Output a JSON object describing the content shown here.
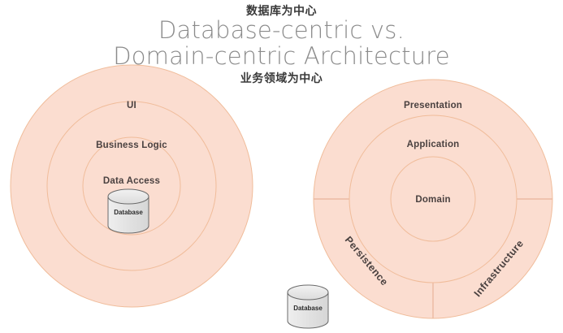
{
  "title": {
    "cn_top": "数据库为中心",
    "line1": "Database-centric vs.",
    "line2": "Domain-centric Architecture",
    "cn_bottom": "业务领域为中心"
  },
  "colors": {
    "ring_fill": "#FBDDD0",
    "ring_stroke": "#F0BC9A",
    "label_text": "#4a4140",
    "title_text": "#8b8b8b",
    "cylinder_fill": "#E4E4E4",
    "cylinder_stroke": "#6b6b6b",
    "background": "#ffffff"
  },
  "left_diagram": {
    "name": "database-centric",
    "layers": [
      {
        "label": "UI",
        "radius": 149
      },
      {
        "label": "Business Logic",
        "radius": 104
      },
      {
        "label": "Data Access",
        "radius": 60
      }
    ],
    "cylinder": {
      "label": "Database"
    }
  },
  "right_diagram": {
    "name": "domain-centric",
    "layers": [
      {
        "label": "Presentation",
        "radius": 147
      },
      {
        "label": "Application",
        "radius": 103
      },
      {
        "label": "Domain",
        "radius": 52
      }
    ],
    "sectors": [
      {
        "label": "Persistence"
      },
      {
        "label": "Infrastructure"
      }
    ],
    "cylinder": {
      "label": "Database"
    }
  }
}
